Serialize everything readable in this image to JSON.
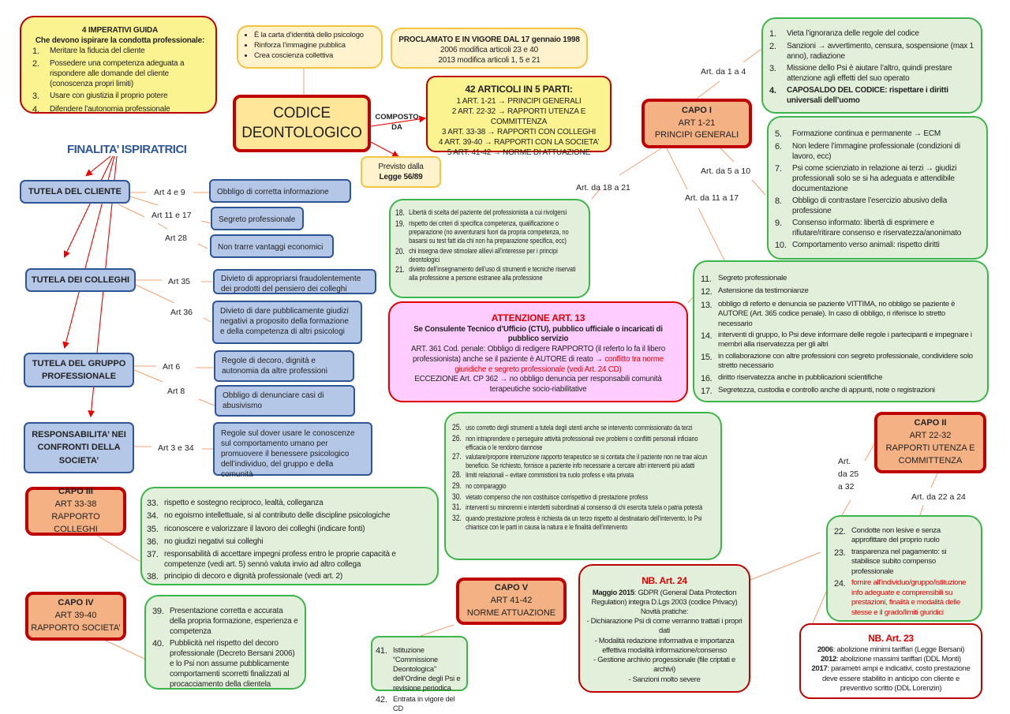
{
  "title": {
    "line1": "CODICE",
    "line2": "DEONTOLOGICO"
  },
  "imperativi": {
    "title": "4 IMPERATIVI GUIDA",
    "subtitle": "Che devono ispirare la condotta professionale:",
    "items": [
      {
        "n": "1.",
        "t": "Meritare la fiducia del cliente"
      },
      {
        "n": "2.",
        "t": "Possedere una competenza adeguata a rispondere alle domande del cliente (conoscenza propri limiti)"
      },
      {
        "n": "3.",
        "t": "Usare con giustizia il proprio potere"
      },
      {
        "n": "4.",
        "t": "Difendere l’autonomia professionale"
      }
    ]
  },
  "bullets": [
    "È la carta d’identità dello psicologo",
    "Rinforza l’immagine pubblica",
    "Crea coscienza collettiva"
  ],
  "proclamato": {
    "title": "PROCLAMATO E IN VIGORE DAL 17 gennaio 1998",
    "l1": "2006 modifica articoli 23 e 40",
    "l2": "2013 modifica articoli 1, 5 e 21"
  },
  "composto": "COMPOSTO DA",
  "articoli": {
    "title": "42 ARTICOLI IN 5 PARTI:",
    "lines": [
      "1 ART. 1-21 → PRINCIPI GENERALI",
      "2 ART. 22-32 → RAPPORTI UTENZA E COMMITTENZA",
      "3 ART. 33-38 → RAPPORTI CON COLLEGHI",
      "4 ART. 39-40 → RAPPORTI CON LA SOCIETA’",
      "5 ART. 41-42 → NORME DI ATTUAZIONE"
    ]
  },
  "previsto": {
    "l1": "Previsto dalla",
    "l2": "Legge 56/89"
  },
  "finalita": {
    "title": "FINALITA’ ISPIRATRICI",
    "categories": [
      "TUTELA DEL CLIENTE",
      "TUTELA DEI COLLEGHI",
      "TUTELA DEL GRUPPO PROFESSIONALE",
      "RESPONSABILITA’ NEI CONFRONTI DELLA SOCIETA’"
    ],
    "art_labels": [
      "Art 4 e 9",
      "Art 11 e 17",
      "Art 28",
      "Art 35",
      "Art 36",
      "Art 6",
      "Art 8",
      "Art 3 e 34"
    ],
    "details": [
      "Obbligo di corretta informazione",
      "Segreto professionale",
      "Non trarre vantaggi economici",
      "Divieto di appropriarsi fraudolentemente dei prodotti del pensiero dei colleghi",
      "Divieto di dare pubblicamente giudizi negativi a proposito della formazione e della competenza di altri psicologi",
      "Regole di decoro, dignità e autonomia da altre professioni",
      "Obbligo di denunciare casi di abusivismo",
      "Regole sul dover usare le conoscenze sul comportamento umano per promuovere il benessere psicologico dell’individuo, del gruppo e della comunità"
    ]
  },
  "capi": [
    {
      "t": "CAPO I",
      "a": "ART 1-21",
      "d": "PRINCIPI GENERALI"
    },
    {
      "t": "CAPO II",
      "a": "ART 22-32",
      "d": "RAPPORTI UTENZA E COMMITTENZA"
    },
    {
      "t": "CAPO III",
      "a": "ART 33-38",
      "d": "RAPPORTO COLLEGHI"
    },
    {
      "t": "CAPO IV",
      "a": "ART 39-40",
      "d": "RAPPORTO SOCIETA’"
    },
    {
      "t": "CAPO V",
      "a": "ART 41-42",
      "d": "NORME ATTUAZIONE"
    }
  ],
  "edge_labels": {
    "a1_4": "Art. da 1 a 4",
    "a5_10": "Art. da 5 a 10",
    "a11_17": "Art. da 11 a 17",
    "a18_21": "Art. da 18 a 21",
    "a25_32": "Art. da 25 a 32",
    "a22_24": "Art. da 22 a 24"
  },
  "lists": {
    "a1_4": [
      {
        "n": "1.",
        "t": "Vieta l’ignoranza delle regole del codice"
      },
      {
        "n": "2.",
        "t": "Sanzioni → avvertimento, censura, sospensione (max 1 anno), radiazione"
      },
      {
        "n": "3.",
        "t": "Missione dello Psi è aiutare l’altro, quindi prestare attenzione agli effetti del suo operato"
      },
      {
        "n": "4.",
        "t": "CAPOSALDO DEL CODICE: rispettare i diritti universali dell’uomo",
        "bold": true
      }
    ],
    "a5_10": [
      {
        "n": "5.",
        "t": "Formazione continua e permanente → ECM"
      },
      {
        "n": "6.",
        "t": "Non ledere l’immagine professionale (condizioni di lavoro, ecc)"
      },
      {
        "n": "7.",
        "t": "Psi come scienziato in relazione ai terzi → giudizi professionali solo se si ha adeguata e attendibile documentazione"
      },
      {
        "n": "8.",
        "t": "Obbligo di contrastare l’esercizio abusivo della professione"
      },
      {
        "n": "9.",
        "t": "Consenso informato: libertà di esprimere e rifiutare/ritirare consenso e riservatezza/anonimato"
      },
      {
        "n": "10.",
        "t": "Comportamento verso animali: rispetto diritti"
      }
    ],
    "a18_21": [
      {
        "n": "18.",
        "t": "Libertà di scelta del paziente del professionista a cui rivolgersi"
      },
      {
        "n": "19.",
        "t": "rispetto dei criteri di specifica competenza, qualificazione o preparazione (no avventurarsi fuori da propria competenza, no basarsi su test fatt ida chi non ha preparazione specifica, ecc)"
      },
      {
        "n": "20.",
        "t": "chi insegna deve stimolare allievi all’interesse per i principi deontologici"
      },
      {
        "n": "21.",
        "t": "divieto dell’insegnamento dell’uso di strumenti e tecniche riservati alla professione a persone estranee alla professione"
      }
    ],
    "a11_17": [
      {
        "n": "11.",
        "t": "Segreto professionale"
      },
      {
        "n": "12.",
        "t": "Astensione da testimonianze"
      },
      {
        "n": "13.",
        "t": "obbligo di referto e denuncia se paziente VITTIMA, no obbligo se paziente è AUTORE (Art. 365 codice penale). In caso di obbligo, ri riferisce lo stretto necessario"
      },
      {
        "n": "14.",
        "t": "interventi di gruppo, lo Psi deve informare delle regole i partecipanti e impegnare i membri alla riservatezza per gli altri"
      },
      {
        "n": "15.",
        "t": "in collaborazione con altre professioni con segreto professionale, condividere solo stretto necessario"
      },
      {
        "n": "16.",
        "t": "diritto riservatezza anche in pubblicazioni scientifiche"
      },
      {
        "n": "17.",
        "t": "Segretezza, custodia e controllo anche di appunti, note o registrazioni"
      }
    ],
    "a25_32": [
      {
        "n": "25.",
        "t": "uso corretto degli strumenti a tutela degli utenti anche se intervento commissionato da terzi"
      },
      {
        "n": "26.",
        "t": "non intraprendere o perseguire attività professionali ove problemi o conflitti personali inficiano efficacia o le rendono dannose"
      },
      {
        "n": "27.",
        "t": "valutare/proporre interruzione rapporto terapeutico se si contata che il paziente non ne trae alcun beneficio. Se richiesto, fornisce a paziente info necessarie a cercare altri interventi più adatti"
      },
      {
        "n": "28.",
        "t": "limiti relazionali – evitare commistioni tra ruolo profess e vita privata"
      },
      {
        "n": "29.",
        "t": "no comparaggio"
      },
      {
        "n": "30.",
        "t": "vietato compenso che non costituisce corrispettivo di prestazione profess"
      },
      {
        "n": "31.",
        "t": "interventi su minorenni e interdetti subordinati al consenso di chi esercita tutela o patria potestà"
      },
      {
        "n": "32.",
        "t": "quando prestazione profess è richiesta da un terzo rispetto al destinatario dell’intervento, lo Psi chiarisce con le parti in causa la natura e le finalità dell’intervento"
      }
    ],
    "a22_24": [
      {
        "n": "22.",
        "t": "Condotte non lesive e senza approfittare del proprio ruolo"
      },
      {
        "n": "23.",
        "t": "trasparenza nel pagamento: si stabilisce subito compenso professionale"
      },
      {
        "n": "24.",
        "t": "fornire all’individuo/gruppo/istituzione info adeguate e comprensibili su prestazioni, finalità e modalità delle stesse e il grado/limiti giuridici",
        "red": true
      }
    ],
    "a33_38": [
      {
        "n": "33.",
        "t": "rispetto e sostegno reciproco, lealtà, colleganza"
      },
      {
        "n": "34.",
        "t": "no egoismo intellettuale, si al contributo delle discipline psicologiche"
      },
      {
        "n": "35.",
        "t": "riconoscere e valorizzare il lavoro dei colleghi (indicare fonti)"
      },
      {
        "n": "36.",
        "t": "no giudizi negativi sui colleghi"
      },
      {
        "n": "37.",
        "t": "responsabilità di accettare impegni profess entro le proprie capacità e competenze (vedi art. 5) sennò valuta invio ad altro collega"
      },
      {
        "n": "38.",
        "t": "principio di decoro e dignità professionale (vedi art. 2)"
      }
    ],
    "a39_40": [
      {
        "n": "39.",
        "t": "Presentazione corretta e accurata della propria formazione, esperienza e competenza"
      },
      {
        "n": "40.",
        "t": "Pubblicità nel rispetto del decoro professionale (Decreto Bersani 2006) e lo Psi non assume pubblicamente comportamenti scorretti finalizzati al procacciamento della clientela"
      }
    ],
    "a41_42": [
      {
        "n": "41.",
        "t": "Istituzione “Commissione Deontologica” dell’Ordine degli Psi e revisione periodica"
      },
      {
        "n": "42.",
        "t": "Entrata in vigore del CD"
      }
    ]
  },
  "attenzione": {
    "title": "ATTENZIONE ART. 13",
    "bold": "Se Consulente Tecnico d’Ufficio (CTU), pubblico ufficiale o incaricati di pubblico servizio",
    "body": "ART. 361 Cod. penale: Obbligo di redigere RAPPORTO (il referto lo fa il libero professionista) anche se il paziente è AUTORE di reato → ",
    "red": "conflitto tra norme giuridiche e segreto professionale (vedi Art. 24 CD)",
    "eccezione": "ECCEZIONE Art. CP 362 → no obbligo denuncia per responsabili comunità terapeutiche socio-riabilitative"
  },
  "nb24": {
    "title": "NB. Art. 24",
    "date": "Maggio 2015",
    "intro": ": GDPR (General Data Protection Regulation) integra D.Lgs 2003 (codice Privacy)",
    "novita": "Novità pratiche:",
    "items": [
      "Dichiarazione Psi di come verranno trattati i propri dati",
      "Modalità redazione informativa e importanza effettiva modalità informazione/consenso",
      "Gestione archivio progessionale (file criptati e archivi)",
      "Sanzioni molto severe"
    ]
  },
  "nb23": {
    "title": "NB. Art. 23",
    "items": [
      {
        "y": "2006",
        "t": ": abolizione minimi tariffari (Legge Bersani)"
      },
      {
        "y": "2012",
        "t": ": abolizione massimi tariffari (DDL Monti)"
      },
      {
        "y": "2017",
        "t": ": parametri ampi e indicativi, costo prestazione deve essere stabilito in anticipo con cliente e preventivo scritto (DDL Lorenzin)"
      }
    ]
  },
  "colors": {
    "red": "#c00000",
    "green": "#3cb54a",
    "blue": "#2f5597",
    "capo": "#f4b183",
    "connector": "#f4a070"
  }
}
